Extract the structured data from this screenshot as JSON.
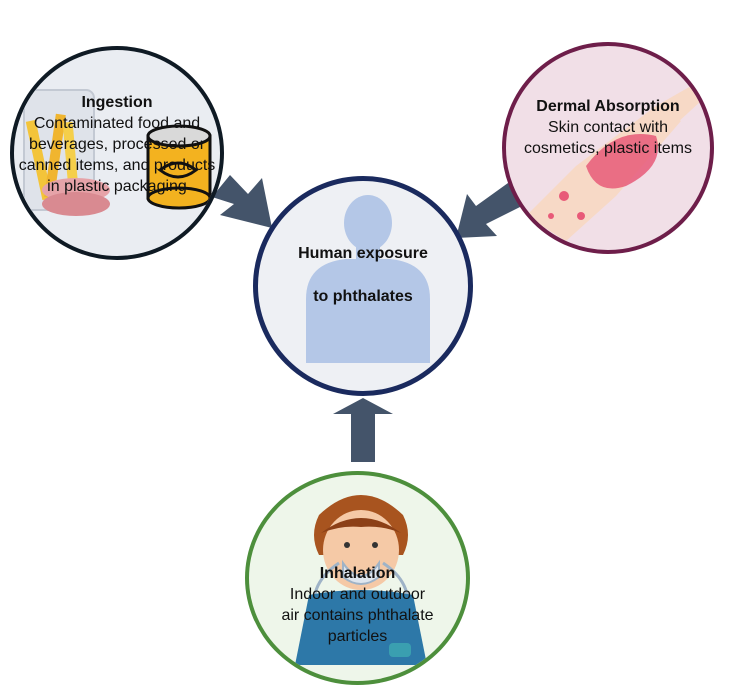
{
  "colors": {
    "arrow": "#44546a",
    "center_border": "#1a2a5e",
    "ingestion_border": "#0f1a24",
    "dermal_border": "#6e1e4a",
    "inhalation_border": "#4d8f3c",
    "silhouette": "#b4c7e7"
  },
  "center": {
    "title_line1": "Human exposure",
    "title_line2": "to phthalates",
    "icon": "person-silhouette-icon"
  },
  "ingestion": {
    "title": "Ingestion",
    "description": "Contaminated food and beverages, processed or canned items, and products in plastic packaging",
    "icon": "canned-food-icon"
  },
  "dermal": {
    "title": "Dermal Absorption",
    "description": "Skin contact with cosmetics, plastic items",
    "icon": "skin-rash-hand-icon"
  },
  "inhalation": {
    "title": "Inhalation",
    "description": "Indoor and outdoor air contains phthalate particles",
    "icon": "child-inhaler-icon"
  }
}
